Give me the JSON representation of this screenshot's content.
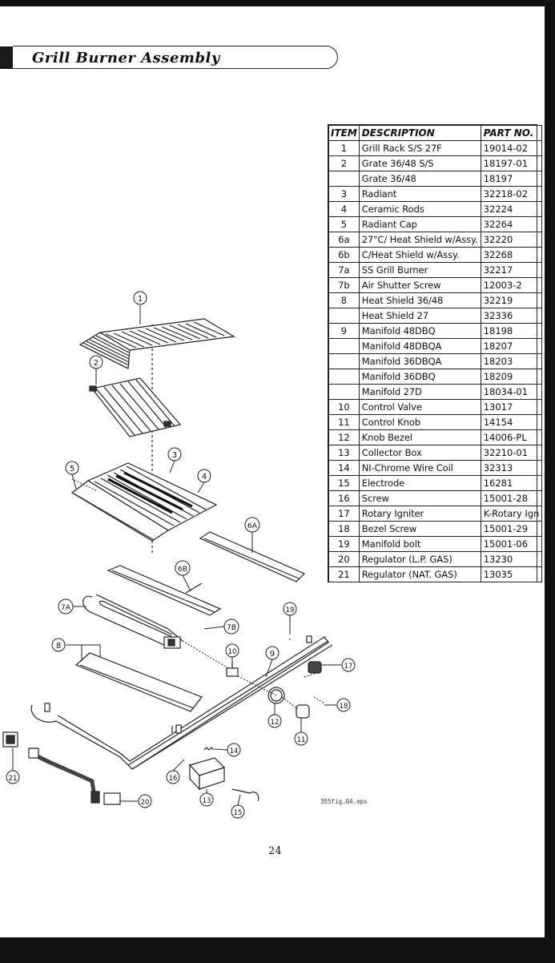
{
  "header": {
    "title": "Grill Burner Assembly"
  },
  "parts_table": {
    "headers": {
      "item": "ITEM",
      "description": "DESCRIPTION",
      "part_no": "PART NO."
    },
    "rows": [
      {
        "item": "1",
        "description": "Grill Rack S/S 27F",
        "part_no": "19014-02"
      },
      {
        "item": "2",
        "description": "Grate 36/48 S/S",
        "part_no": "18197-01"
      },
      {
        "item": "",
        "description": "Grate 36/48",
        "part_no": "18197"
      },
      {
        "item": "3",
        "description": "Radiant",
        "part_no": "32218-02"
      },
      {
        "item": "4",
        "description": "Ceramic Rods",
        "part_no": "32224"
      },
      {
        "item": "5",
        "description": "Radiant Cap",
        "part_no": "32264"
      },
      {
        "item": "6a",
        "description": "27\"C/ Heat Shield w/Assy.",
        "part_no": "32220"
      },
      {
        "item": "6b",
        "description": "C/Heat Shield w/Assy.",
        "part_no": "32268"
      },
      {
        "item": "7a",
        "description": "SS Grill Burner",
        "part_no": "32217"
      },
      {
        "item": "7b",
        "description": "Air Shutter Screw",
        "part_no": "12003-2"
      },
      {
        "item": "8",
        "description": "Heat Shield 36/48",
        "part_no": "32219"
      },
      {
        "item": "",
        "description": "Heat Shield 27",
        "part_no": "32336"
      },
      {
        "item": "9",
        "description": "Manifold 48DBQ",
        "part_no": "18198"
      },
      {
        "item": "",
        "description": "Manifold 48DBQA",
        "part_no": "18207"
      },
      {
        "item": "",
        "description": "Manifold 36DBQA",
        "part_no": "18203"
      },
      {
        "item": "",
        "description": "Manifold 36DBQ",
        "part_no": "18209"
      },
      {
        "item": "",
        "description": "Manifold 27D",
        "part_no": "18034-01"
      },
      {
        "item": "10",
        "description": "Control Valve",
        "part_no": "13017"
      },
      {
        "item": "11",
        "description": "Control Knob",
        "part_no": "14154"
      },
      {
        "item": "12",
        "description": "Knob Bezel",
        "part_no": "14006-PL"
      },
      {
        "item": "13",
        "description": "Collector Box",
        "part_no": "32210-01"
      },
      {
        "item": "14",
        "description": "NI-Chrome Wire Coil",
        "part_no": "32313"
      },
      {
        "item": "15",
        "description": "Electrode",
        "part_no": "16281"
      },
      {
        "item": "16",
        "description": "Screw",
        "part_no": "15001-28"
      },
      {
        "item": "17",
        "description": "Rotary Igniter",
        "part_no": "K-Rotary Ign"
      },
      {
        "item": "18",
        "description": "Bezel Screw",
        "part_no": "15001-29"
      },
      {
        "item": "19",
        "description": "Manifold bolt",
        "part_no": "15001-06"
      },
      {
        "item": "20",
        "description": "Regulator (L.P. GAS)",
        "part_no": "13230"
      },
      {
        "item": "21",
        "description": "Regulator (NAT. GAS)",
        "part_no": "13035"
      }
    ]
  },
  "diagram": {
    "callouts": [
      "1",
      "2",
      "3",
      "4",
      "5",
      "6A",
      "6B",
      "7A",
      "7B",
      "8",
      "9",
      "10",
      "11",
      "12",
      "13",
      "14",
      "15",
      "16",
      "17",
      "18",
      "19",
      "20",
      "21"
    ],
    "file_label": "355fig.04.eps"
  },
  "footer": {
    "page_number": "24"
  }
}
